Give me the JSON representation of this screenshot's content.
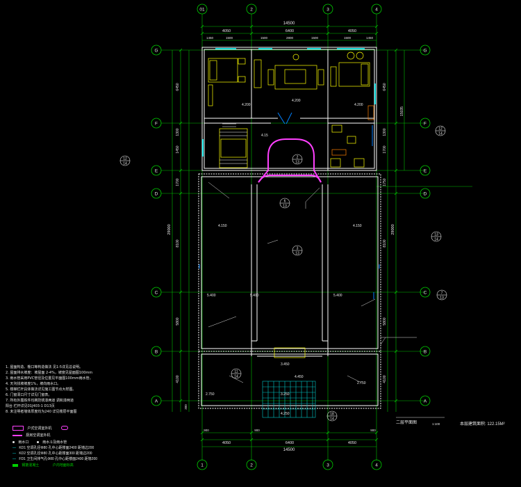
{
  "drawing": {
    "title": "二层平面图",
    "scale": "1:100",
    "area_label": "本层建筑面积: 122.15M²"
  },
  "axes": {
    "columns_top": [
      "01",
      "2",
      "3",
      "4"
    ],
    "columns_bottom": [
      "1",
      "2",
      "3",
      "4"
    ],
    "rows_left": [
      "G",
      "F",
      "E",
      "D",
      "C",
      "B",
      "A"
    ],
    "rows_right": [
      "G",
      "F",
      "E",
      "D",
      "C",
      "B",
      "A"
    ]
  },
  "dimensions": {
    "top_overall": "14500",
    "top_segments": [
      "4050",
      "6400",
      "4050"
    ],
    "top_detail": [
      "1450",
      "1500",
      "1500",
      "2800",
      "1500",
      "1500",
      "1450"
    ],
    "bottom_overall": "14500",
    "bottom_segments": [
      "4050",
      "6400",
      "4050"
    ],
    "bottom_detail": [
      "900",
      "900",
      "900"
    ],
    "left_overall": "29000",
    "left_segments": [
      "6450",
      "1300",
      "1450",
      "1700",
      "8100",
      "5800",
      "4100",
      "300"
    ],
    "right_overall": "29000",
    "right_segments": [
      "6450",
      "1300",
      "1700",
      "1750",
      "8100",
      "5800",
      "4100"
    ],
    "right_extra": "15035"
  },
  "rooms": {
    "elev_bed_left": "4.200",
    "elev_living": "4.200",
    "elev_bed_right": "4.200",
    "elev_stair": "4.15",
    "elev_mid_left": "4.150",
    "elev_mid_right": "4.150",
    "elev_bottom_left": "5.400",
    "elev_bottom_mid": "5.400",
    "elev_bottom_right": "5.400",
    "elev_gate": "3.450",
    "elev_entry": "4.450",
    "elev_step1": "3.250",
    "elev_step2": "4.250",
    "elev_low_left": "2.750",
    "elev_low_right": "2.750"
  },
  "detail_refs": [
    {
      "top": "12",
      "bottom": "14"
    },
    {
      "top": "2",
      "bottom": "13"
    },
    {
      "top": "6",
      "bottom": "13"
    },
    {
      "top": "3",
      "bottom": "13"
    },
    {
      "top": "13",
      "bottom": "14"
    },
    {
      "top": "11",
      "bottom": "14"
    },
    {
      "top": "7",
      "bottom": "13"
    },
    {
      "top": "12",
      "bottom": "14"
    },
    {
      "top": "18",
      "bottom": "14"
    }
  ],
  "notes": [
    "1. 屋面构造、檐口等构造做法 见1-5详见总说明。",
    "2. 屋面排水坡度：坡屋面 2-4%，坡度见屋面图100mm",
    "3. 雨水管采用PVC管径及位置见平面图100mm雨水管。",
    "4. 天沟找坡坡度1%，坡向雨水口。",
    "5. 楼梯栏杆具体做法详见施工图节点大样图。",
    "6. 门窗洞口尺寸详见门窗表。",
    "7. 所有外露铁件均刷防锈漆两道 调和漆两道",
    "阳台 栏杆详见01J403-1 D13页",
    "8. 未注明者墙体厚度均为240 详见楼层平面图"
  ],
  "legend": {
    "item1": "户式空调室外机",
    "item2": "厨房空调室外机",
    "sym1": "雨水口",
    "sym2": "雨水斗及雨水管",
    "kd1": "KD1 空调孔径Φ80 孔中心距楼面2400 距墙边200",
    "kd2": "KD2 空调孔径Φ80 孔中心距楼面300 距墙边200",
    "fd1": "FD1 卫生间排气孔Φ80 孔中心距楼面2400 距墙200",
    "green1": "钢筋混凝土",
    "green2": "户内地面标高"
  },
  "colors": {
    "grid": "#00d000",
    "wall": "#ffffff",
    "text": "#e8e8e8",
    "yellow": "#ffff00",
    "magenta": "#ff00ff",
    "cyan": "#00ffff",
    "accent_blue": "#0080ff"
  }
}
